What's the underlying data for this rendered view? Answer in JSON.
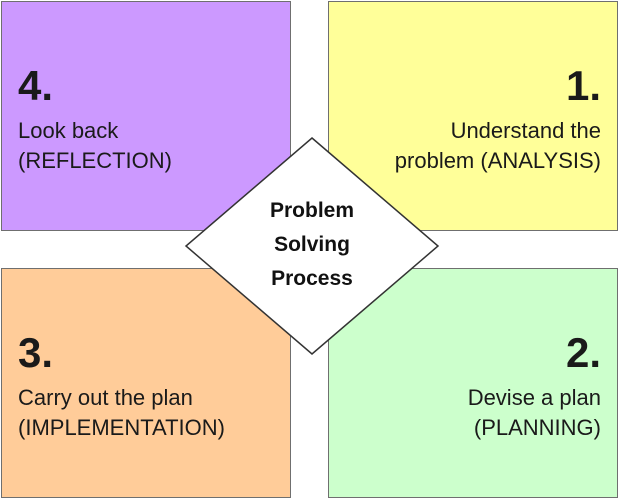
{
  "colors": {
    "step4_fill": "#cc99ff",
    "step1_fill": "#ffff99",
    "step3_fill": "#ffcc99",
    "step2_fill": "#ccffcc",
    "center_fill": "#ffffff",
    "border": "#6f6f6f"
  },
  "center": {
    "lines": [
      "Problem",
      "Solving",
      "Process"
    ]
  },
  "steps": {
    "step1": {
      "number": "1.",
      "line1": "Understand the",
      "line2": "problem (ANALYSIS)"
    },
    "step2": {
      "number": "2.",
      "line1": "Devise a plan",
      "line2": "(PLANNING)"
    },
    "step3": {
      "number": "3.",
      "line1": "Carry out the plan",
      "line2": "(IMPLEMENTATION)"
    },
    "step4": {
      "number": "4.",
      "line1": "Look back",
      "line2": "(REFLECTION)"
    }
  }
}
